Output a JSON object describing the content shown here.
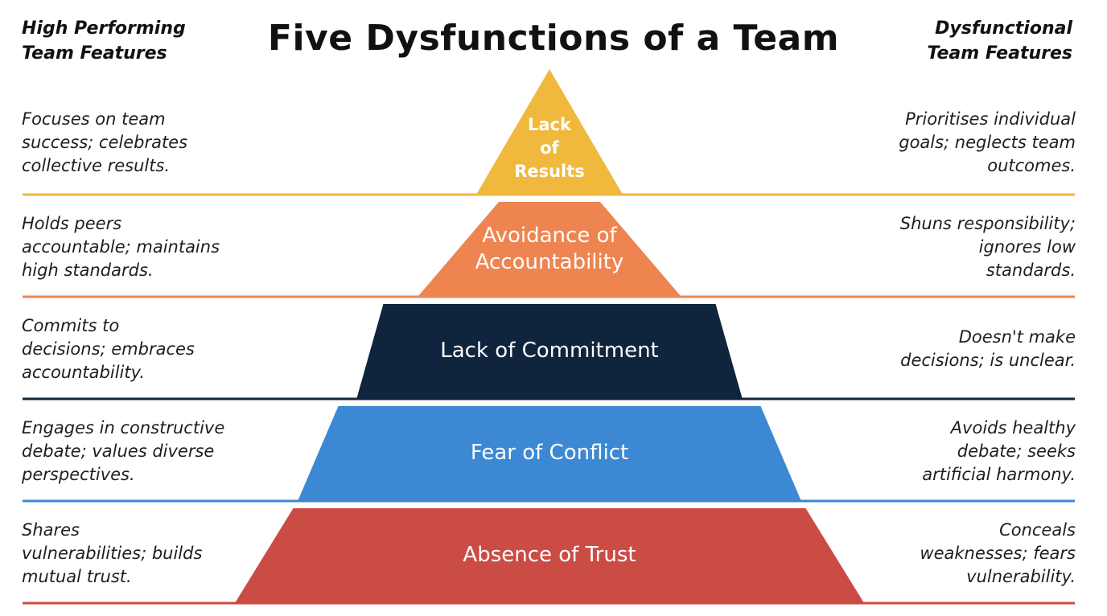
{
  "title": "Five Dysfunctions of a Team",
  "headers": {
    "left": [
      "High Performing",
      "Team Features"
    ],
    "right": [
      "Dysfunctional",
      "Team Features"
    ]
  },
  "tiers": [
    {
      "label": [
        "Lack",
        "of",
        "Results"
      ],
      "color": "#F0B93D",
      "left": [
        "Focuses on team",
        "success; celebrates",
        "collective results."
      ],
      "right": [
        "Prioritises individual",
        "goals; neglects team",
        "outcomes."
      ]
    },
    {
      "label": [
        "Avoidance of",
        "Accountability"
      ],
      "color": "#EE8551",
      "left": [
        "Holds peers",
        "accountable; maintains",
        "high standards."
      ],
      "right": [
        "Shuns responsibility;",
        "ignores low",
        "standards."
      ]
    },
    {
      "label": [
        "Lack of Commitment"
      ],
      "color": "#0F253D",
      "left": [
        "Commits to",
        "decisions; embraces",
        "accountability."
      ],
      "right": [
        "Doesn't make",
        "decisions; is unclear."
      ]
    },
    {
      "label": [
        "Fear of Conflict"
      ],
      "color": "#3C88D3",
      "left": [
        "Engages in constructive",
        "debate; values diverse",
        "perspectives."
      ],
      "right": [
        "Avoids healthy",
        "debate; seeks",
        "artificial harmony."
      ]
    },
    {
      "label": [
        "Absence of Trust"
      ],
      "color": "#CB4C45",
      "left": [
        "Shares",
        "vulnerabilities; builds",
        "mutual trust."
      ],
      "right": [
        "Conceals",
        "weaknesses; fears",
        "vulnerability."
      ]
    }
  ]
}
